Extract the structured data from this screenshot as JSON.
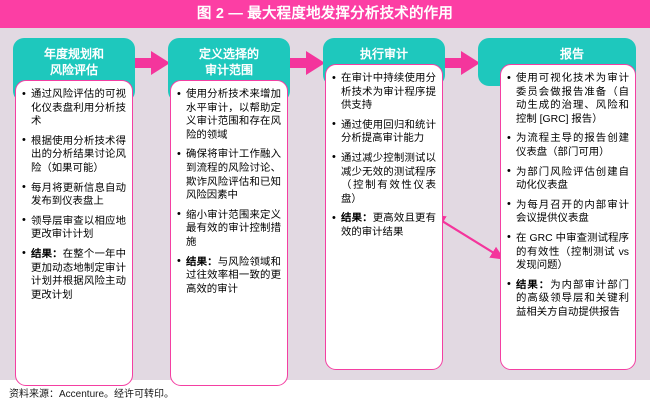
{
  "figure": {
    "title": "图 2 — 最大程度地发挥分析技术的作用",
    "source_note": "资料来源：Accenture。经许可转印。",
    "colors": {
      "title_bar": "#fc3ea4",
      "stage_header": "#1ec8bd",
      "box_border": "#f43fa2",
      "canvas_background": "#e2d9e2",
      "arrow": "#f4359c"
    }
  },
  "stages": [
    {
      "id": "annual-planning",
      "header": "年度规划和\n风险评估",
      "header_line1": "年度规划和",
      "header_line2": "风险评估",
      "bullets": [
        {
          "text": "通过风险评估的可视化仪表盘利用分析技术"
        },
        {
          "text": "根据使用分析技术得出的分析结果讨论风险（如果可能）"
        },
        {
          "text": "每月将更新信息自动发布到仪表盘上"
        },
        {
          "text": "领导层审查以相应地更改审计计划"
        },
        {
          "label": "结果：",
          "text": "在整个一年中更加动态地制定审计计划并根据风险主动更改计划"
        }
      ]
    },
    {
      "id": "define-scope",
      "header_line1": "定义选择的",
      "header_line2": "审计范围",
      "bullets": [
        {
          "text": "使用分析技术来增加水平审计，以帮助定义审计范围和存在风险的领域"
        },
        {
          "text": "确保将审计工作融入到流程的风险讨论、欺诈风险评估和已知风险因素中"
        },
        {
          "text": "缩小审计范围来定义最有效的审计控制措施"
        },
        {
          "label": "结果：",
          "text": "与风险领域和过往效率相一致的更高效的审计"
        }
      ]
    },
    {
      "id": "perform-audit",
      "header_line1": "执行审计",
      "header_line2": "",
      "bullets": [
        {
          "text": "在审计中持续使用分析技术为审计程序提供支持"
        },
        {
          "text": "通过使用回归和统计分析提高审计能力"
        },
        {
          "text": "通过减少控制测试以减少无效的测试程序（控制有效性仪表盘）"
        },
        {
          "label": "结果：",
          "text": "更高效且更有效的审计结果"
        }
      ]
    },
    {
      "id": "reporting",
      "header_line1": "报告",
      "header_line2": "",
      "bullets": [
        {
          "text": "使用可视化技术为审计委员会做报告准备（自动生成的治理、风险和控制 [GRC] 报告）"
        },
        {
          "text": "为流程主导的报告创建仪表盘（部门可用）"
        },
        {
          "text": "为部门风险评估创建自动化仪表盘"
        },
        {
          "text": "为每月召开的内部审计会议提供仪表盘"
        },
        {
          "text": "在 GRC 中审查测试程序的有效性（控制测试 vs 发现问题）"
        },
        {
          "label": "结果：",
          "text": "为内部审计部门的高级领导层和关键利益相关方自动提供报告"
        }
      ]
    }
  ],
  "flow_arrows": [
    {
      "id": "arrow-1",
      "direction": "right"
    },
    {
      "id": "arrow-2",
      "direction": "right"
    },
    {
      "id": "arrow-3",
      "direction": "right"
    }
  ],
  "feedback_arrow": {
    "id": "feedback-arrow",
    "direction": "double",
    "from_stage": "reporting",
    "to_stage": "perform-audit"
  }
}
